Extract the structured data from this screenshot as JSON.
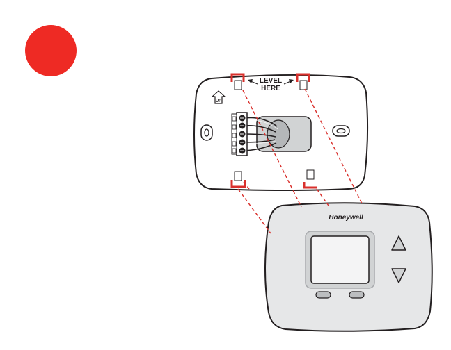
{
  "labels": {
    "level_line1": "LEVEL",
    "level_line2": "HERE",
    "up": "UP",
    "brand": "Honeywell"
  },
  "colors": {
    "step_marker": "#ee2a24",
    "tab": "#d9302c",
    "guide_line": "#d9302c",
    "outline": "#231f20",
    "faceplate": "#e6e7e8",
    "display_bezel": "#d1d3d4",
    "display_screen": "#f4f4f5",
    "button": "#bcbec0"
  },
  "icons": {
    "step_marker": "red-circle-icon",
    "up_arrow": "up-arrow-icon",
    "up_button": "up-triangle-icon",
    "down_button": "down-triangle-icon"
  }
}
